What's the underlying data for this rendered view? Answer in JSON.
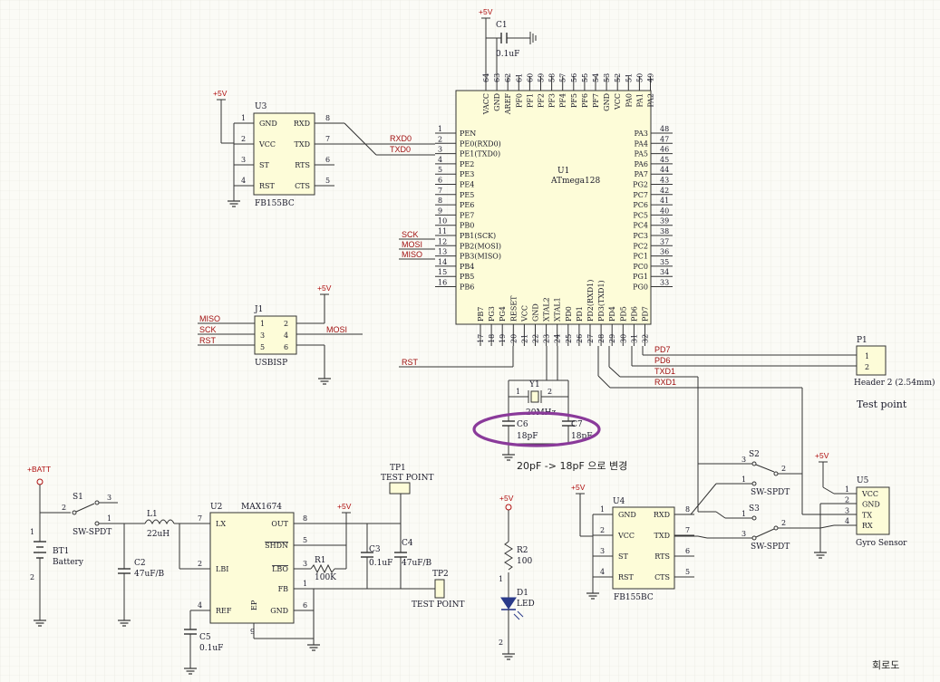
{
  "power": {
    "vcc5": "+5V",
    "batt": "+BATT"
  },
  "mcu": {
    "designator": "U1",
    "part": "ATmega128",
    "left_pins": [
      {
        "num": "1",
        "name": "PEN"
      },
      {
        "num": "2",
        "name": "PE0(RXD0)"
      },
      {
        "num": "3",
        "name": "PE1(TXD0)"
      },
      {
        "num": "4",
        "name": "PE2"
      },
      {
        "num": "5",
        "name": "PE3"
      },
      {
        "num": "6",
        "name": "PE4"
      },
      {
        "num": "7",
        "name": "PE5"
      },
      {
        "num": "8",
        "name": "PE6"
      },
      {
        "num": "9",
        "name": "PE7"
      },
      {
        "num": "10",
        "name": "PB0"
      },
      {
        "num": "11",
        "name": "PB1(SCK)"
      },
      {
        "num": "12",
        "name": "PB2(MOSI)"
      },
      {
        "num": "13",
        "name": "PB3(MISO)"
      },
      {
        "num": "14",
        "name": "PB4"
      },
      {
        "num": "15",
        "name": "PB5"
      },
      {
        "num": "16",
        "name": "PB6"
      }
    ],
    "right_pins": [
      {
        "num": "48",
        "name": "PA3"
      },
      {
        "num": "47",
        "name": "PA4"
      },
      {
        "num": "46",
        "name": "PA5"
      },
      {
        "num": "45",
        "name": "PA6"
      },
      {
        "num": "44",
        "name": "PA7"
      },
      {
        "num": "43",
        "name": "PG2"
      },
      {
        "num": "42",
        "name": "PC7"
      },
      {
        "num": "41",
        "name": "PC6"
      },
      {
        "num": "40",
        "name": "PC5"
      },
      {
        "num": "39",
        "name": "PC4"
      },
      {
        "num": "38",
        "name": "PC3"
      },
      {
        "num": "37",
        "name": "PC2"
      },
      {
        "num": "36",
        "name": "PC1"
      },
      {
        "num": "35",
        "name": "PC0"
      },
      {
        "num": "34",
        "name": "PG1"
      },
      {
        "num": "33",
        "name": "PG0"
      }
    ],
    "top_pins": [
      {
        "num": "64",
        "name": "VACC"
      },
      {
        "num": "63",
        "name": "GND"
      },
      {
        "num": "62",
        "name": "AREF"
      },
      {
        "num": "61",
        "name": "PF0"
      },
      {
        "num": "60",
        "name": "PF1"
      },
      {
        "num": "59",
        "name": "PF2"
      },
      {
        "num": "58",
        "name": "PF3"
      },
      {
        "num": "57",
        "name": "PF4"
      },
      {
        "num": "56",
        "name": "PF5"
      },
      {
        "num": "55",
        "name": "PF6"
      },
      {
        "num": "54",
        "name": "PF7"
      },
      {
        "num": "53",
        "name": "GND"
      },
      {
        "num": "52",
        "name": "VCC"
      },
      {
        "num": "51",
        "name": "PA0"
      },
      {
        "num": "50",
        "name": "PA1"
      },
      {
        "num": "49",
        "name": "PA2"
      }
    ],
    "bottom_pins": [
      {
        "num": "17",
        "name": "PB7"
      },
      {
        "num": "18",
        "name": "PG3"
      },
      {
        "num": "19",
        "name": "PG4"
      },
      {
        "num": "20",
        "name": "RESET"
      },
      {
        "num": "21",
        "name": "VCC"
      },
      {
        "num": "22",
        "name": "GND"
      },
      {
        "num": "23",
        "name": "XTAL2"
      },
      {
        "num": "24",
        "name": "XTAL1"
      },
      {
        "num": "25",
        "name": "PD0"
      },
      {
        "num": "26",
        "name": "PD1"
      },
      {
        "num": "27",
        "name": "PD2(RXD1)"
      },
      {
        "num": "28",
        "name": "PD3(TXD1)"
      },
      {
        "num": "29",
        "name": "PD4"
      },
      {
        "num": "30",
        "name": "PD5"
      },
      {
        "num": "31",
        "name": "PD6"
      },
      {
        "num": "32",
        "name": "PD7"
      }
    ]
  },
  "c1": {
    "designator": "C1",
    "value": "0.1uF"
  },
  "u3": {
    "designator": "U3",
    "part": "FB155BC",
    "left": [
      {
        "num": "1",
        "name": "GND"
      },
      {
        "num": "2",
        "name": "VCC"
      },
      {
        "num": "3",
        "name": "ST"
      },
      {
        "num": "4",
        "name": "RST"
      }
    ],
    "right": [
      {
        "num": "8",
        "name": "RXD"
      },
      {
        "num": "7",
        "name": "TXD"
      },
      {
        "num": "6",
        "name": "RTS"
      },
      {
        "num": "5",
        "name": "CTS"
      }
    ]
  },
  "nets": {
    "rxd0": "RXD0",
    "txd0": "TXD0",
    "sck": "SCK",
    "mosi": "MOSI",
    "miso": "MISO",
    "rst": "RST",
    "pd7": "PD7",
    "pd6": "PD6",
    "txd1": "TXD1",
    "rxd1": "RXD1"
  },
  "j1": {
    "designator": "J1",
    "part": "USBISP",
    "left_nums": [
      "1",
      "3",
      "5"
    ],
    "right_nums": [
      "2",
      "4",
      "6"
    ],
    "left_nets": [
      "MISO",
      "SCK",
      "RST"
    ],
    "right_net": "MOSI"
  },
  "p1": {
    "designator": "P1",
    "part": "Header 2 (2.54mm)",
    "pins": [
      "1",
      "2"
    ],
    "note": "Test point"
  },
  "crystal": {
    "designator": "Y1",
    "value": "20MHz",
    "pin1": "1",
    "pin2": "2",
    "c6": "C6",
    "c6_value": "18pF",
    "c7": "C7",
    "c7_value": "18pF",
    "change_note": "20pF -> 18pF 으로 변경"
  },
  "battery": {
    "designator": "BT1",
    "part": "Battery",
    "pin1": "1",
    "pin2": "2"
  },
  "s1": {
    "designator": "S1",
    "part": "SW-SPDT",
    "pins": [
      "2",
      "3",
      "1"
    ]
  },
  "l1": {
    "designator": "L1",
    "value": "22uH"
  },
  "c2": {
    "designator": "C2",
    "value": "47uF/B"
  },
  "u2": {
    "designator": "U2",
    "part": "MAX1674",
    "left": [
      {
        "num": "7",
        "name": "LX"
      },
      {
        "num": "2",
        "name": "LBI"
      },
      {
        "num": "4",
        "name": "REF"
      }
    ],
    "right": [
      {
        "num": "8",
        "name": "OUT"
      },
      {
        "num": "5",
        "name": "SHDN"
      },
      {
        "num": "3",
        "name": "LBO"
      },
      {
        "num": "1",
        "name": "FB"
      },
      {
        "num": "6",
        "name": "GND"
      }
    ],
    "ep_name": "EP",
    "ep_num": "9"
  },
  "r1": {
    "designator": "R1",
    "value": "100K"
  },
  "c3": {
    "designator": "C3",
    "value": "0.1uF"
  },
  "c4": {
    "designator": "C4",
    "value": "47uF/B"
  },
  "c5": {
    "designator": "C5",
    "value": "0.1uF"
  },
  "tp1": {
    "designator": "TP1",
    "part": "TEST POINT"
  },
  "tp2": {
    "designator": "TP2",
    "part": "TEST POINT"
  },
  "r2": {
    "designator": "R2",
    "value": "100"
  },
  "d1": {
    "designator": "D1",
    "part": "LED",
    "pin1": "1",
    "pin2": "2"
  },
  "u4": {
    "designator": "U4",
    "part": "FB155BC",
    "left": [
      {
        "num": "1",
        "name": "GND"
      },
      {
        "num": "2",
        "name": "VCC"
      },
      {
        "num": "3",
        "name": "ST"
      },
      {
        "num": "4",
        "name": "RST"
      }
    ],
    "right": [
      {
        "num": "8",
        "name": "RXD"
      },
      {
        "num": "7",
        "name": "TXD"
      },
      {
        "num": "6",
        "name": "RTS"
      },
      {
        "num": "5",
        "name": "CTS"
      }
    ]
  },
  "s2": {
    "designator": "S2",
    "part": "SW-SPDT",
    "pins": [
      "3",
      "1",
      "2"
    ]
  },
  "s3": {
    "designator": "S3",
    "part": "SW-SPDT",
    "pins": [
      "1",
      "3",
      "2"
    ]
  },
  "u5": {
    "designator": "U5",
    "part": "Gyro Sensor",
    "pins": [
      {
        "num": "1",
        "name": "VCC"
      },
      {
        "num": "2",
        "name": "GND"
      },
      {
        "num": "3",
        "name": "TX"
      },
      {
        "num": "4",
        "name": "RX"
      }
    ]
  },
  "caption": "회로도"
}
